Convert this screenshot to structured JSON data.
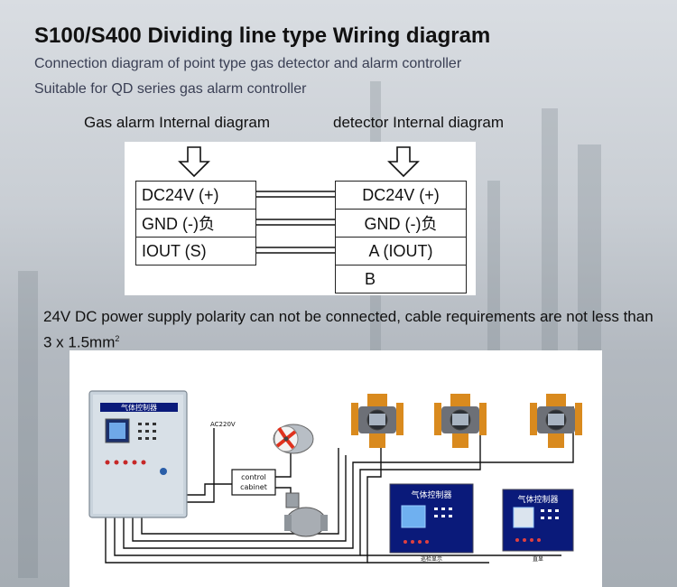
{
  "title": "S100/S400 Dividing line type Wiring diagram",
  "subtitle_1": "Connection diagram of point type gas detector and alarm controller",
  "subtitle_2": "Suitable for QD series gas alarm controller",
  "left_panel_label": "Gas alarm Internal diagram",
  "right_panel_label": "detector Internal diagram",
  "gas_alarm_terminals": [
    "DC24V (+)",
    "GND (-)负",
    "IOUT (S)"
  ],
  "detector_terminals": [
    "DC24V (+)",
    "GND (-)负",
    "A (IOUT)",
    "B"
  ],
  "note": {
    "text": "24V DC power supply polarity can not be connected, cable requirements are not less than 3 x 1.5mm",
    "superscript": "2"
  },
  "system": {
    "controller_screen_label": "气体控制器",
    "ac_label": "AC220V",
    "control_cabinet_line1": "control",
    "control_cabinet_line2": "cabinet",
    "display_panel_1_label": "气体控制器",
    "display_panel_1_caption": "巡检显示",
    "display_panel_2_label": "气体控制器",
    "display_panel_2_caption": "直显"
  },
  "colors": {
    "title_text": "#111111",
    "subtitle_text": "#3a3f54",
    "detector_body": "#6d7077",
    "detector_bracket": "#d98a1e",
    "controller_body": "#c9d3dc",
    "display_panel_bg": "#0a1a7a",
    "fan_blade": "#e0321e",
    "wire": "#111111"
  }
}
